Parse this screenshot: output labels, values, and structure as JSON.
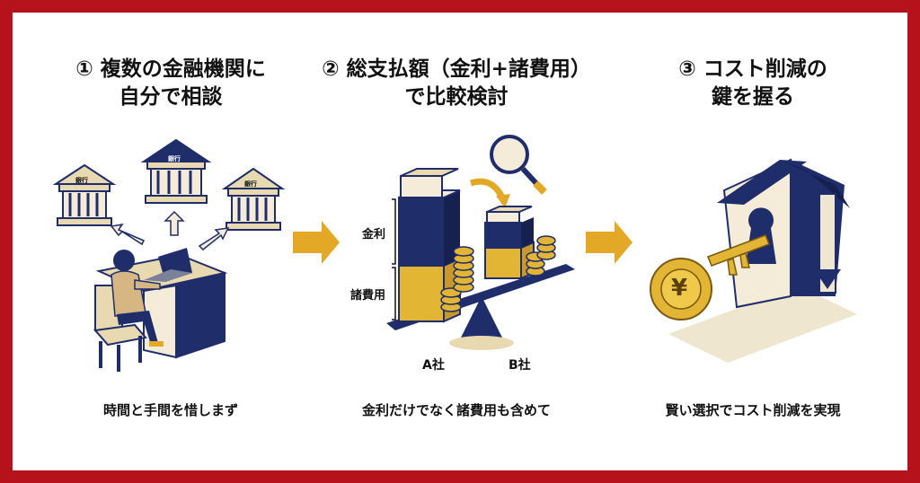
{
  "steps": [
    {
      "title_line1": "① 複数の金融機関に",
      "title_line2": "自分で相談",
      "caption": "時間と手間を惜しまず",
      "bank_sign": "銀行"
    },
    {
      "title_line1": "② 総支払額（金利+諸費用）",
      "title_line2": "で比較検討",
      "caption": "金利だけでなく諸費用も含めて",
      "label_interest": "金利",
      "label_fees": "諸費用",
      "label_a": "A社",
      "label_b": "B社"
    },
    {
      "title_line1": "③ コスト削減の",
      "title_line2": "鍵を握る",
      "caption": "賢い選択でコスト削減を実現",
      "key_symbol": "¥"
    }
  ],
  "colors": {
    "border": "#b5121b",
    "navy": "#1f2d6b",
    "gold": "#e2b534",
    "cream": "#efe6cf",
    "arrow": "#e2a826"
  }
}
